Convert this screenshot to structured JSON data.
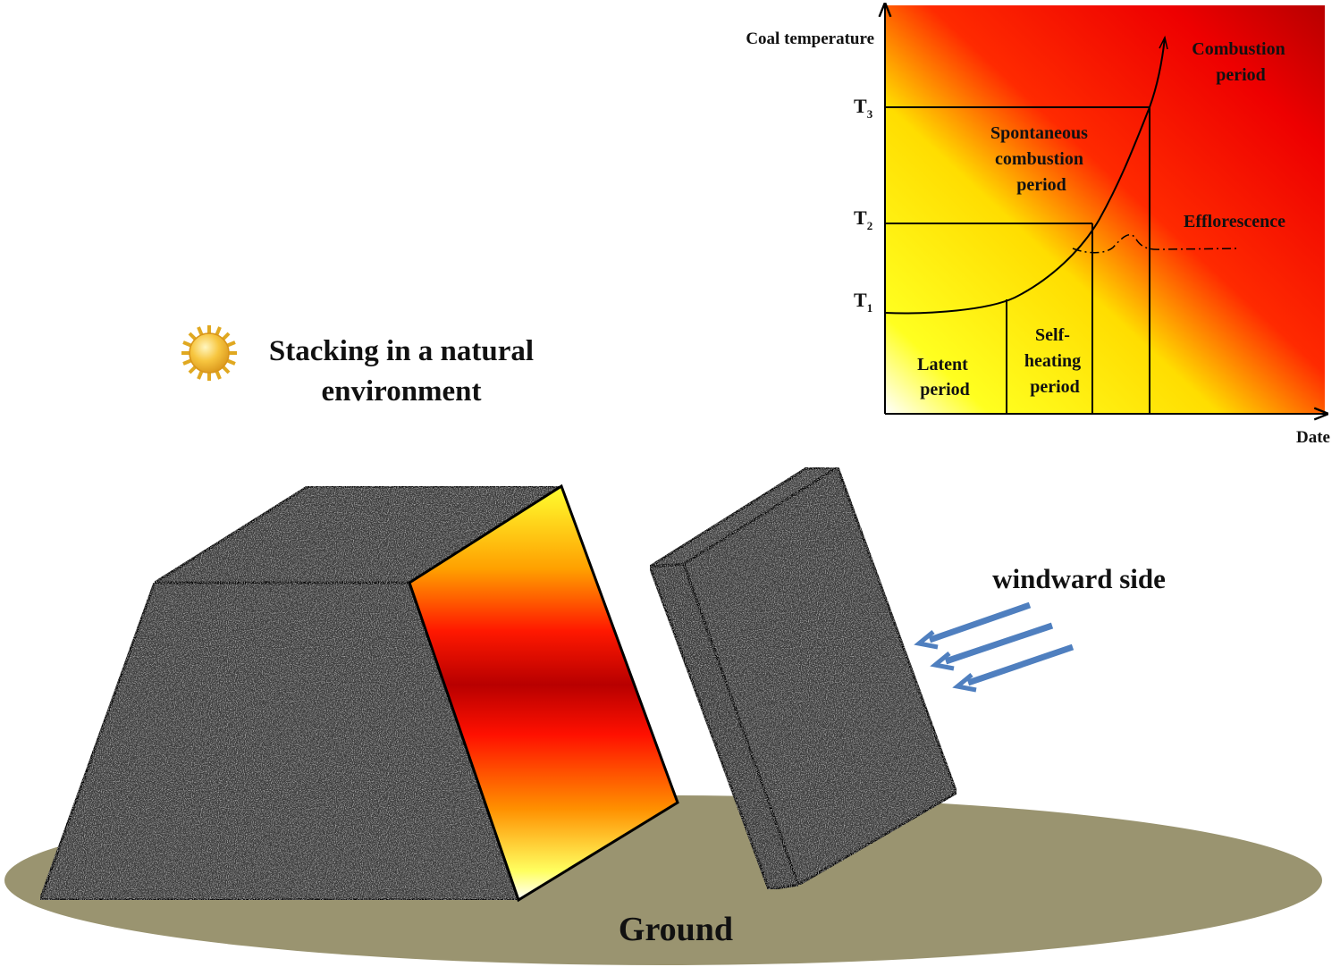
{
  "stacking_caption": {
    "line1": "Stacking in a natural",
    "line2": "environment"
  },
  "icons": {
    "sun": "sun-icon"
  },
  "wind_label": "windward side",
  "ground_label": "Ground",
  "colors": {
    "ground": "#9a9470",
    "coal": "#3a3a3a",
    "wind_arrow": "#4f7fbf",
    "heat_hot": "#ff0000",
    "heat_core": "#b50000",
    "heat_cool": "#ffff00"
  },
  "chart": {
    "y_axis_label": "Coal temperature",
    "x_axis_label": "Date",
    "t1": {
      "main": "T",
      "sub": "1"
    },
    "t2": {
      "main": "T",
      "sub": "2"
    },
    "t3": {
      "main": "T",
      "sub": "3"
    },
    "periods": {
      "latent": [
        "Latent",
        "period"
      ],
      "self_heating": [
        "Self-",
        "heating",
        "period"
      ],
      "spontaneous": [
        "Spontaneous",
        "combustion",
        "period"
      ],
      "combustion": [
        "Combustion",
        "period"
      ],
      "efflorescence": "Efflorescence"
    }
  }
}
